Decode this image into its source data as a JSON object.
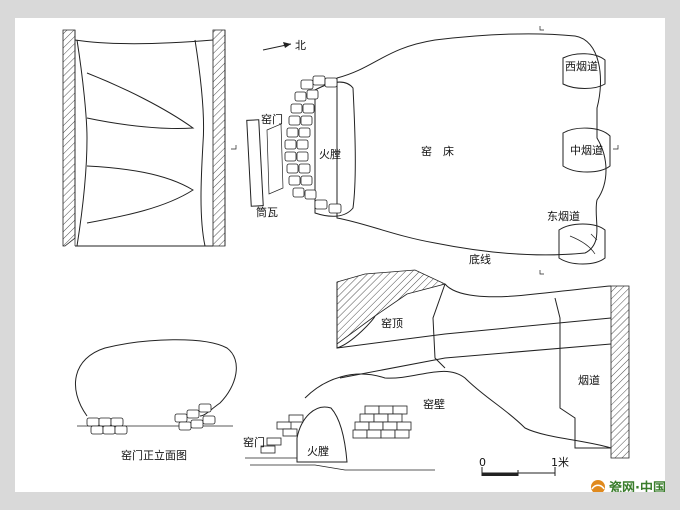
{
  "labels": {
    "north": "北",
    "kiln_door_top": "窑门",
    "fire_chamber_top": "火膛",
    "kiln_bed": "窑　床",
    "west_flue": "西烟道",
    "middle_flue": "中烟道",
    "east_flue": "东烟道",
    "tube_tile": "筒瓦",
    "bottom_line": "底线",
    "kiln_roof": "窑顶",
    "kiln_wall": "窑壁",
    "flue": "烟道",
    "kiln_door_side": "窑门",
    "fire_chamber_side": "火膛",
    "front_elevation_caption": "窑门正立面图",
    "scale_zero": "0",
    "scale_one_meter": "1米"
  },
  "watermark": {
    "site_name": "瓷网·中国"
  },
  "colors": {
    "background": "#d9d9d9",
    "sheet": "#ffffff",
    "ink": "#222222",
    "logo_orange": "#e08a1e",
    "logo_green": "#3a7d2c"
  }
}
